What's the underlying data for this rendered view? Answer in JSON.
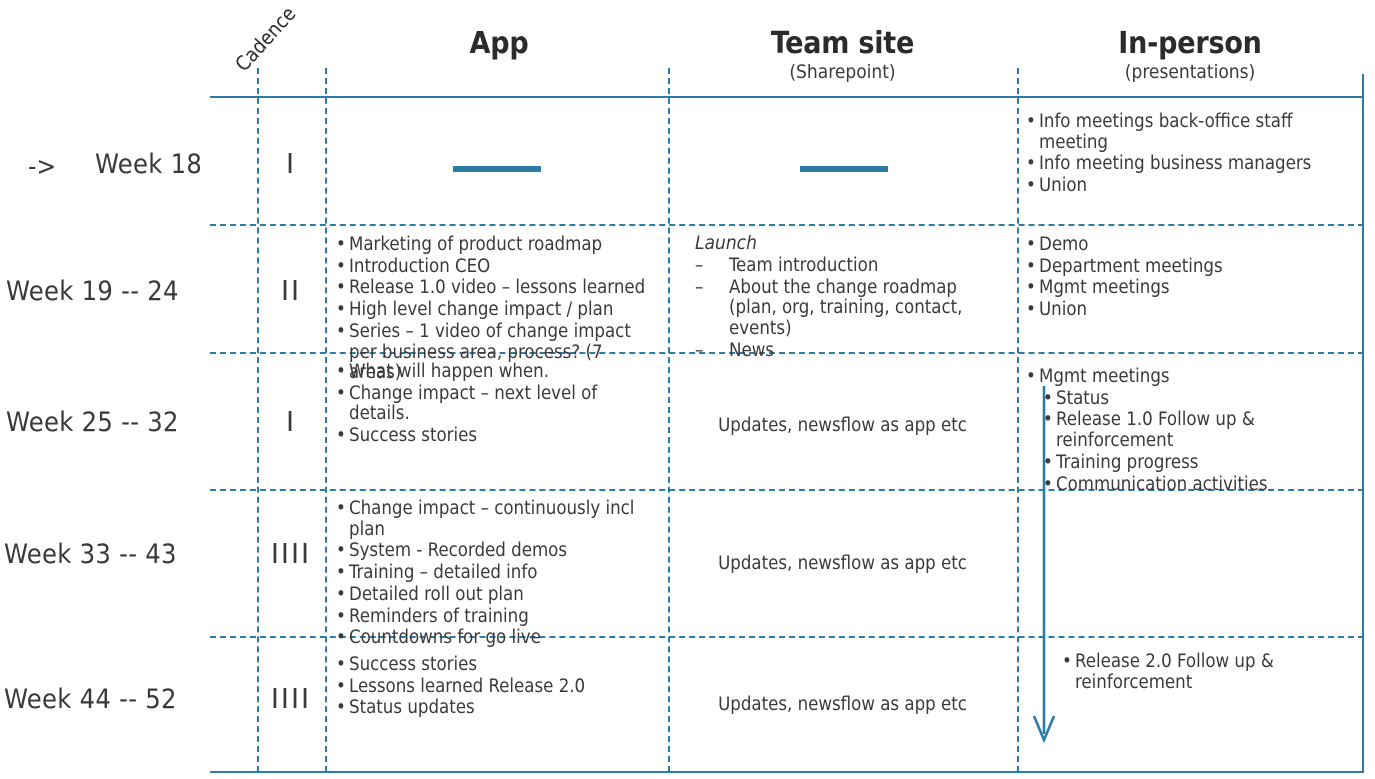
{
  "header": {
    "cadence_label": "Cadence",
    "columns": [
      {
        "title": "App",
        "subtitle": ""
      },
      {
        "title": "Team site",
        "subtitle": "(Sharepoint)"
      },
      {
        "title": "In-person",
        "subtitle": "(presentations)"
      }
    ]
  },
  "accent_color": "#2d7ca6",
  "text_color": "#3a3a3a",
  "rows": [
    {
      "marker": "->",
      "week": "Week 18",
      "cadence": "I",
      "app": {
        "type": "dash-mark",
        "items": []
      },
      "team": {
        "type": "dash-mark",
        "items": []
      },
      "inperson": {
        "type": "bullets",
        "items": [
          "Info meetings back-office staff meeting",
          "Info meeting business managers",
          "Union"
        ]
      }
    },
    {
      "marker": "",
      "week": "Week 19 -- 24",
      "cadence": "II",
      "app": {
        "type": "bullets",
        "items": [
          "Marketing of product roadmap",
          "Introduction CEO",
          "Release 1.0 video – lessons learned",
          "High level change impact / plan",
          "Series – 1 video of change impact per business area, process? (7 areas)"
        ]
      },
      "team": {
        "type": "launch-list",
        "title": "Launch",
        "items": [
          "Team introduction",
          "About the change roadmap (plan, org, training, contact, events)",
          "News"
        ]
      },
      "inperson": {
        "type": "bullets",
        "items": [
          "Demo",
          "Department meetings",
          "Mgmt meetings",
          "Union"
        ]
      }
    },
    {
      "marker": "",
      "week": "Week 25 -- 32",
      "cadence": "I",
      "app": {
        "type": "bullets",
        "items": [
          "What will happen when.",
          "Change impact – next level of details.",
          "Success stories"
        ]
      },
      "team": {
        "type": "text",
        "text": "Updates, newsflow as app etc"
      },
      "inperson": {
        "type": "bullets-indented",
        "first": "Mgmt meetings",
        "items": [
          "Status",
          "Release 1.0 Follow up & reinforcement",
          "Training progress",
          "Communication activities"
        ]
      }
    },
    {
      "marker": "",
      "week": "Week 33 -- 43",
      "cadence": "IIII",
      "app": {
        "type": "bullets",
        "items": [
          "Change impact – continuously incl plan",
          "System - Recorded demos",
          "Training – detailed info",
          "Detailed roll out plan",
          "Reminders of training",
          "Countdowns for go live"
        ]
      },
      "team": {
        "type": "text",
        "text": "Updates, newsflow as app etc"
      },
      "inperson": {
        "type": "empty",
        "items": []
      }
    },
    {
      "marker": "",
      "week": "Week 44 -- 52",
      "cadence": "IIII",
      "app": {
        "type": "bullets",
        "items": [
          "Success stories",
          "Lessons learned Release 2.0",
          "Status updates"
        ]
      },
      "team": {
        "type": "text",
        "text": "Updates, newsflow as app etc"
      },
      "inperson": {
        "type": "bullets-indented-only",
        "items": [
          "Release 2.0 Follow up  & reinforcement"
        ]
      }
    }
  ]
}
